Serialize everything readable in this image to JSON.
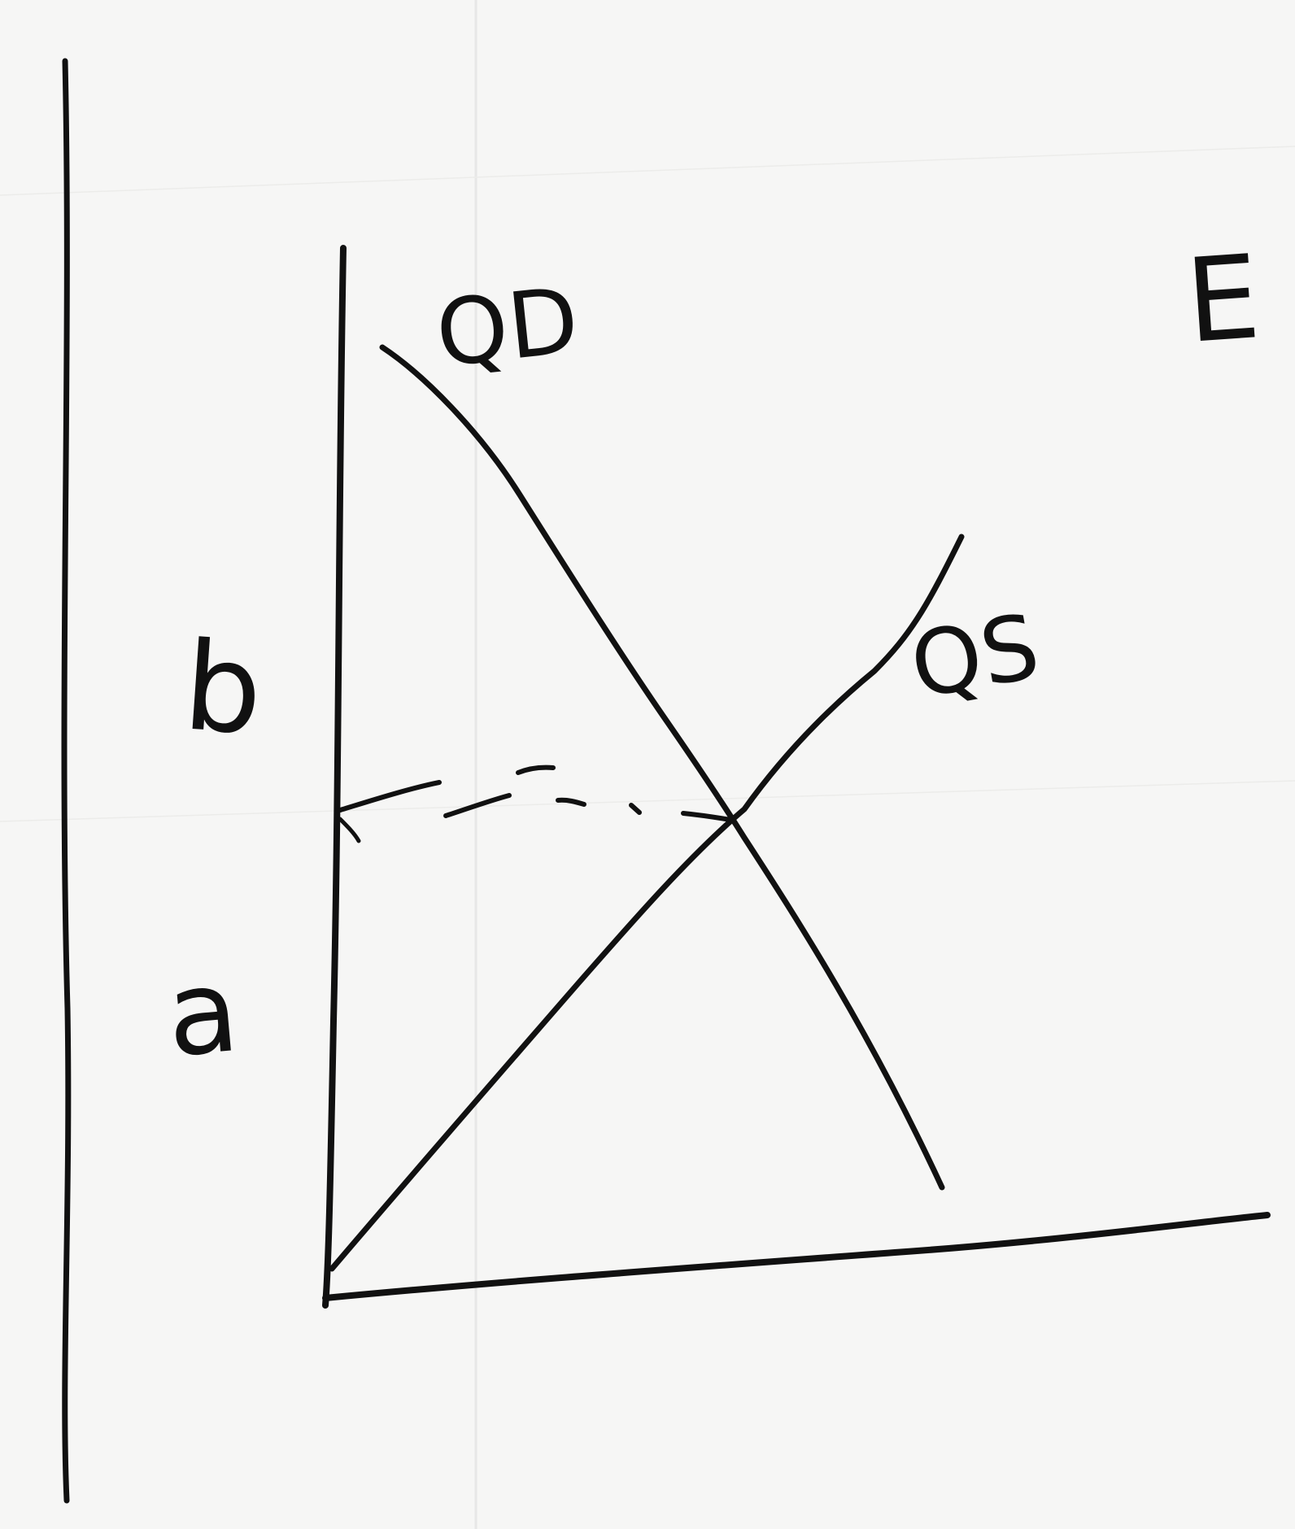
{
  "labels": {
    "demand_curve": "QD",
    "supply_curve": "QS",
    "corner_letter": "E",
    "upper_axis_label": "b",
    "lower_axis_label": "a"
  },
  "colors": {
    "paper": "#f6f6f5",
    "ink": "#111111"
  }
}
